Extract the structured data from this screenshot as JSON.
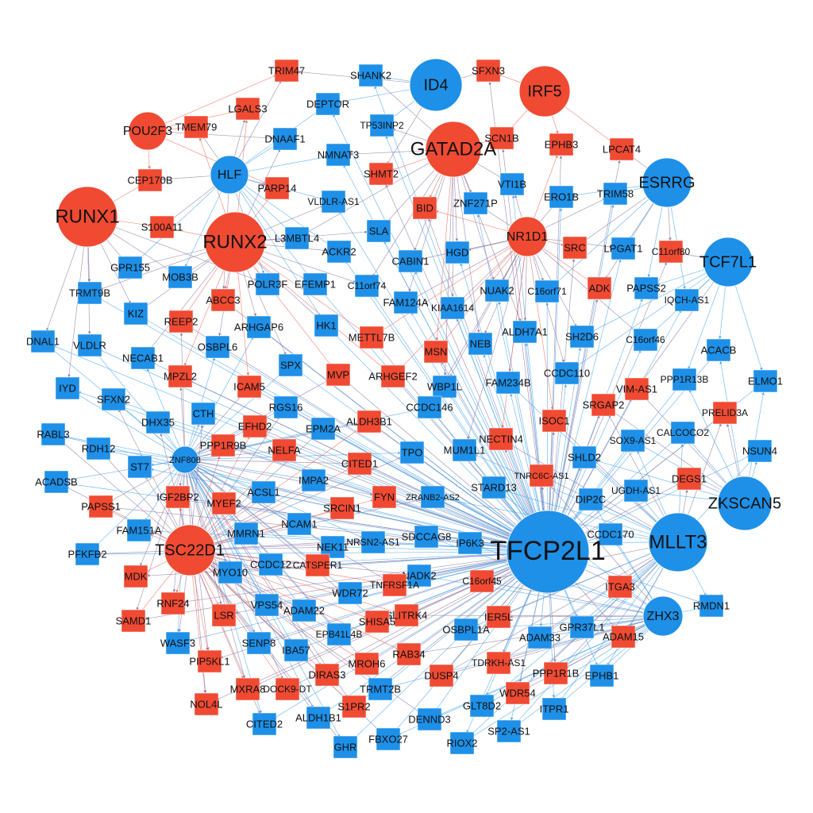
{
  "colors": {
    "tf_up": "#f04a33",
    "tf_down": "#1e90e8",
    "edge_up": "#f26c5c",
    "edge_down": "#4aa6ee",
    "edge_mixed": "#8f7aa3"
  },
  "hubs": [
    {
      "label": "TFCP2L1",
      "color": "down",
      "size": "xl"
    },
    {
      "label": "MLLT3",
      "color": "down",
      "size": "l"
    },
    {
      "label": "RUNX1",
      "color": "up",
      "size": "l"
    },
    {
      "label": "RUNX2",
      "color": "up",
      "size": "l"
    },
    {
      "label": "GATAD2A",
      "color": "up",
      "size": "l"
    },
    {
      "label": "ID4",
      "color": "down",
      "size": "m"
    },
    {
      "label": "IRF5",
      "color": "up",
      "size": "m"
    },
    {
      "label": "ESRRG",
      "color": "down",
      "size": "m"
    },
    {
      "label": "TCF7L1",
      "color": "down",
      "size": "m"
    },
    {
      "label": "ZKSCAN5",
      "color": "down",
      "size": "m"
    },
    {
      "label": "TSC22D1",
      "color": "up",
      "size": "m"
    },
    {
      "label": "POU2F3",
      "color": "up",
      "size": "s"
    },
    {
      "label": "HLF",
      "color": "down",
      "size": "s"
    },
    {
      "label": "NR1D1",
      "color": "up",
      "size": "s"
    },
    {
      "label": "ZHX3",
      "color": "down",
      "size": "s"
    },
    {
      "label": "ZNF808",
      "color": "down",
      "size": "xs"
    }
  ],
  "genes": [
    {
      "label": "TRIM47",
      "color": "up"
    },
    {
      "label": "SHANK2",
      "color": "down"
    },
    {
      "label": "SFXN3",
      "color": "up"
    },
    {
      "label": "DEPTOR",
      "color": "down"
    },
    {
      "label": "LGALS3",
      "color": "up"
    },
    {
      "label": "TMEM79",
      "color": "up"
    },
    {
      "label": "TP53INP2",
      "color": "down"
    },
    {
      "label": "SCN1B",
      "color": "up"
    },
    {
      "label": "DNAAF1",
      "color": "down"
    },
    {
      "label": "NMNAT3",
      "color": "down"
    },
    {
      "label": "EPHB3",
      "color": "up"
    },
    {
      "label": "LPCAT4",
      "color": "up"
    },
    {
      "label": "CEP170B",
      "color": "up"
    },
    {
      "label": "SHMT2",
      "color": "up"
    },
    {
      "label": "PARP14",
      "color": "up"
    },
    {
      "label": "VTI1B",
      "color": "down"
    },
    {
      "label": "TRIM58",
      "color": "down"
    },
    {
      "label": "VLDLR-AS1",
      "color": "down"
    },
    {
      "label": "ERO1B",
      "color": "down"
    },
    {
      "label": "BID",
      "color": "up"
    },
    {
      "label": "ZNF271P",
      "color": "down"
    },
    {
      "label": "S100A11",
      "color": "up"
    },
    {
      "label": "SLA",
      "color": "down"
    },
    {
      "label": "L3MBTL4",
      "color": "down"
    },
    {
      "label": "SRC",
      "color": "up"
    },
    {
      "label": "LPGAT1",
      "color": "down"
    },
    {
      "label": "C11orf80",
      "color": "up"
    },
    {
      "label": "GPR155",
      "color": "down"
    },
    {
      "label": "ACKR2",
      "color": "down"
    },
    {
      "label": "HGD",
      "color": "down"
    },
    {
      "label": "MOB3B",
      "color": "down"
    },
    {
      "label": "CABIN1",
      "color": "down"
    },
    {
      "label": "TRMT9B",
      "color": "down"
    },
    {
      "label": "POLR3F",
      "color": "down"
    },
    {
      "label": "EFEMP1",
      "color": "down"
    },
    {
      "label": "C11orf74",
      "color": "down"
    },
    {
      "label": "ADK",
      "color": "up"
    },
    {
      "label": "C16orf71",
      "color": "down"
    },
    {
      "label": "PAPSS2",
      "color": "down"
    },
    {
      "label": "IQCH-AS1",
      "color": "down"
    },
    {
      "label": "NUAK2",
      "color": "down"
    },
    {
      "label": "ABCC3",
      "color": "up"
    },
    {
      "label": "FAM124A",
      "color": "down"
    },
    {
      "label": "KIAA1614",
      "color": "down"
    },
    {
      "label": "KIZ",
      "color": "down"
    },
    {
      "label": "REEP2",
      "color": "up"
    },
    {
      "label": "ARHGAP6",
      "color": "down"
    },
    {
      "label": "HK1",
      "color": "down"
    },
    {
      "label": "ALDH7A1",
      "color": "down"
    },
    {
      "label": "SH2D6",
      "color": "down"
    },
    {
      "label": "C16orf46",
      "color": "down"
    },
    {
      "label": "ACACB",
      "color": "down"
    },
    {
      "label": "DNAL1",
      "color": "down"
    },
    {
      "label": "VLDLR",
      "color": "down"
    },
    {
      "label": "OSBPL6",
      "color": "down"
    },
    {
      "label": "METTL7B",
      "color": "up"
    },
    {
      "label": "MSN",
      "color": "up"
    },
    {
      "label": "NEB",
      "color": "down"
    },
    {
      "label": "NECAB1",
      "color": "down"
    },
    {
      "label": "SPX",
      "color": "down"
    },
    {
      "label": "MPZL2",
      "color": "up"
    },
    {
      "label": "MVP",
      "color": "up"
    },
    {
      "label": "ARHGEF2",
      "color": "up"
    },
    {
      "label": "CCDC110",
      "color": "down"
    },
    {
      "label": "PPP1R13B",
      "color": "down"
    },
    {
      "label": "ELMO1",
      "color": "down"
    },
    {
      "label": "IYD",
      "color": "down"
    },
    {
      "label": "ICAM5",
      "color": "up"
    },
    {
      "label": "WBP1L",
      "color": "down"
    },
    {
      "label": "FAM234B",
      "color": "down"
    },
    {
      "label": "VIM-AS1",
      "color": "up"
    },
    {
      "label": "SFXN2",
      "color": "down"
    },
    {
      "label": "CTH",
      "color": "down"
    },
    {
      "label": "ALDH3B1",
      "color": "up"
    },
    {
      "label": "CCDC146",
      "color": "down"
    },
    {
      "label": "SRGAP2",
      "color": "up"
    },
    {
      "label": "PRELID3A",
      "color": "up"
    },
    {
      "label": "DHX35",
      "color": "down"
    },
    {
      "label": "RGS16",
      "color": "down"
    },
    {
      "label": "EFHD2",
      "color": "up"
    },
    {
      "label": "EPM2A",
      "color": "down"
    },
    {
      "label": "ISOC1",
      "color": "up"
    },
    {
      "label": "CALCOCO2",
      "color": "down"
    },
    {
      "label": "RABL3",
      "color": "down"
    },
    {
      "label": "RDH12",
      "color": "down"
    },
    {
      "label": "NECTIN4",
      "color": "up"
    },
    {
      "label": "SOX9-AS1",
      "color": "down"
    },
    {
      "label": "NSUN4",
      "color": "down"
    },
    {
      "label": "PPP1R9B",
      "color": "up"
    },
    {
      "label": "NELFA",
      "color": "up"
    },
    {
      "label": "CITED1",
      "color": "up"
    },
    {
      "label": "TPO",
      "color": "down"
    },
    {
      "label": "MUM1L1",
      "color": "down"
    },
    {
      "label": "SHLD2",
      "color": "down"
    },
    {
      "label": "ST7",
      "color": "down"
    },
    {
      "label": "TNRC6C-AS1",
      "color": "up"
    },
    {
      "label": "DEGS1",
      "color": "up"
    },
    {
      "label": "ACADSB",
      "color": "down"
    },
    {
      "label": "IGF2BP2",
      "color": "up"
    },
    {
      "label": "IMPA2",
      "color": "down"
    },
    {
      "label": "STARD13",
      "color": "down"
    },
    {
      "label": "ZRANB2-AS2",
      "color": "down"
    },
    {
      "label": "DIP2C",
      "color": "down"
    },
    {
      "label": "UGDH-AS1",
      "color": "down"
    },
    {
      "label": "PAPSS1",
      "color": "up"
    },
    {
      "label": "MYEF2",
      "color": "up"
    },
    {
      "label": "ACSL1",
      "color": "down"
    },
    {
      "label": "FYN",
      "color": "up"
    },
    {
      "label": "SRCIN1",
      "color": "up"
    },
    {
      "label": "FAM151A",
      "color": "down"
    },
    {
      "label": "NCAM1",
      "color": "down"
    },
    {
      "label": "MMRN1",
      "color": "down"
    },
    {
      "label": "SDCCAG8",
      "color": "down"
    },
    {
      "label": "NRSN2-AS1",
      "color": "down"
    },
    {
      "label": "IP6K3",
      "color": "down"
    },
    {
      "label": "CCDC170",
      "color": "down"
    },
    {
      "label": "PFKFB2",
      "color": "down"
    },
    {
      "label": "NEK11",
      "color": "down"
    },
    {
      "label": "CCDC12",
      "color": "down"
    },
    {
      "label": "CATSPER1",
      "color": "up"
    },
    {
      "label": "MYO10",
      "color": "down"
    },
    {
      "label": "MDK",
      "color": "up"
    },
    {
      "label": "NADK2",
      "color": "down"
    },
    {
      "label": "TNFRSF1A",
      "color": "up"
    },
    {
      "label": "C16orf45",
      "color": "up"
    },
    {
      "label": "ITGA3",
      "color": "up"
    },
    {
      "label": "RMDN1",
      "color": "down"
    },
    {
      "label": "RNF24",
      "color": "up"
    },
    {
      "label": "WDR72",
      "color": "down"
    },
    {
      "label": "ADAM22",
      "color": "down"
    },
    {
      "label": "VPS54",
      "color": "down"
    },
    {
      "label": "LSR",
      "color": "up"
    },
    {
      "label": "SLITRK4",
      "color": "up"
    },
    {
      "label": "IER5L",
      "color": "up"
    },
    {
      "label": "GPR37L1",
      "color": "down"
    },
    {
      "label": "ADAM33",
      "color": "down"
    },
    {
      "label": "ADAM15",
      "color": "up"
    },
    {
      "label": "SAMD1",
      "color": "up"
    },
    {
      "label": "SHISA5",
      "color": "up"
    },
    {
      "label": "OSBPL1A",
      "color": "down"
    },
    {
      "label": "WASF3",
      "color": "down"
    },
    {
      "label": "SENP8",
      "color": "down"
    },
    {
      "label": "EPB41L4B",
      "color": "down"
    },
    {
      "label": "IBA57",
      "color": "down"
    },
    {
      "label": "RAB34",
      "color": "up"
    },
    {
      "label": "TDRKH-AS1",
      "color": "up"
    },
    {
      "label": "PPP1R1B",
      "color": "up"
    },
    {
      "label": "EPHB1",
      "color": "down"
    },
    {
      "label": "PIP5KL1",
      "color": "up"
    },
    {
      "label": "MROH6",
      "color": "up"
    },
    {
      "label": "DUSP4",
      "color": "up"
    },
    {
      "label": "DIRAS3",
      "color": "up"
    },
    {
      "label": "WDR54",
      "color": "up"
    },
    {
      "label": "MXRA8",
      "color": "up"
    },
    {
      "label": "DOCK9-DT",
      "color": "up"
    },
    {
      "label": "TRMT2B",
      "color": "down"
    },
    {
      "label": "S1PR2",
      "color": "up"
    },
    {
      "label": "NOL4L",
      "color": "up"
    },
    {
      "label": "ALDH1B1",
      "color": "down"
    },
    {
      "label": "GLT8D2",
      "color": "down"
    },
    {
      "label": "ITPR1",
      "color": "down"
    },
    {
      "label": "CITED2",
      "color": "down"
    },
    {
      "label": "DENND3",
      "color": "down"
    },
    {
      "label": "SP2-AS1",
      "color": "down"
    },
    {
      "label": "RIOX2",
      "color": "down"
    },
    {
      "label": "FBXO27",
      "color": "down"
    },
    {
      "label": "GHR",
      "color": "down"
    }
  ]
}
